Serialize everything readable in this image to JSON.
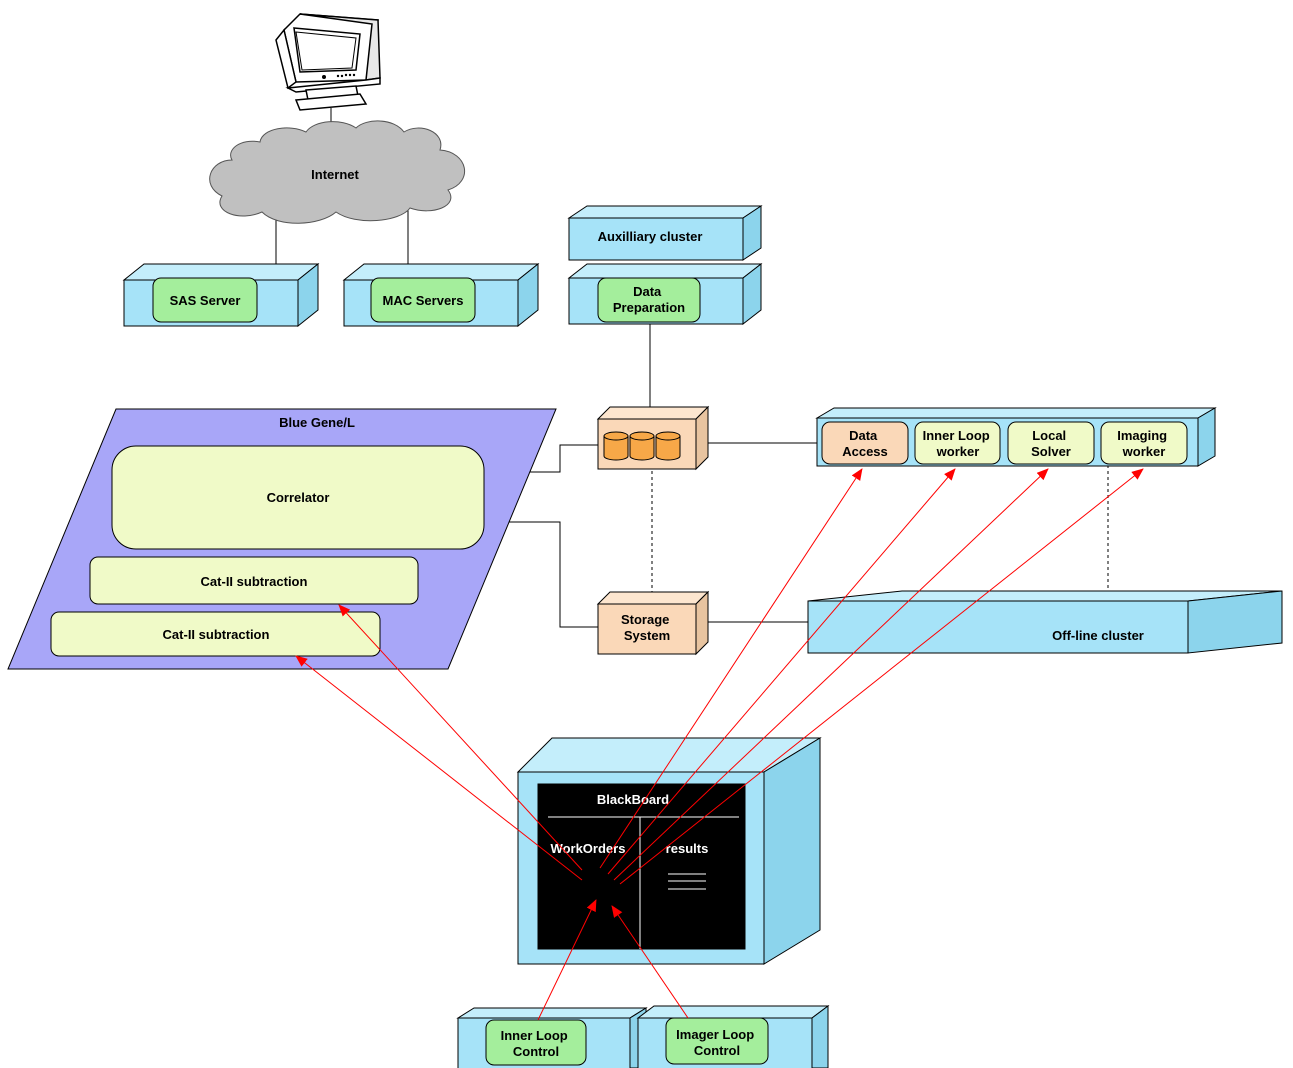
{
  "cloud": {
    "label": "Internet"
  },
  "servers": {
    "sas": "SAS Server",
    "mac": "MAC Servers"
  },
  "auxiliary": {
    "title": "Auxilliary cluster",
    "data_preparation": [
      "Data",
      "Preparation"
    ]
  },
  "bluegene": {
    "title": "Blue Gene/L",
    "correlator": "Correlator",
    "cat_upper": "Cat-II subtraction",
    "cat_lower": "Cat-II subtraction"
  },
  "storage": {
    "label": [
      "Storage",
      "System"
    ]
  },
  "compute_cluster": {
    "data_access": [
      "Data",
      "Access"
    ],
    "inner_loop_worker": [
      "Inner Loop",
      "worker"
    ],
    "local_solver": [
      "Local",
      "Solver"
    ],
    "imaging_worker": [
      "Imaging",
      "worker"
    ]
  },
  "offline": {
    "label": "Off-line cluster"
  },
  "blackboard": {
    "title": "BlackBoard",
    "workorders": "WorkOrders",
    "results": "results"
  },
  "controls": {
    "inner_loop": [
      "Inner Loop",
      "Control"
    ],
    "imager_loop": [
      "Imager Loop",
      "Control"
    ]
  },
  "colors": {
    "cyan_box": "#a6e3f8",
    "green_component": "#a4ee9c",
    "yellow_component": "#f0fac8",
    "peach_component": "#fad8b8",
    "bluegene_fill": "#a8a6f8",
    "cloud_fill": "#c0c0c0",
    "arrow_red": "#ff0000",
    "blackboard_fill": "#000000"
  }
}
